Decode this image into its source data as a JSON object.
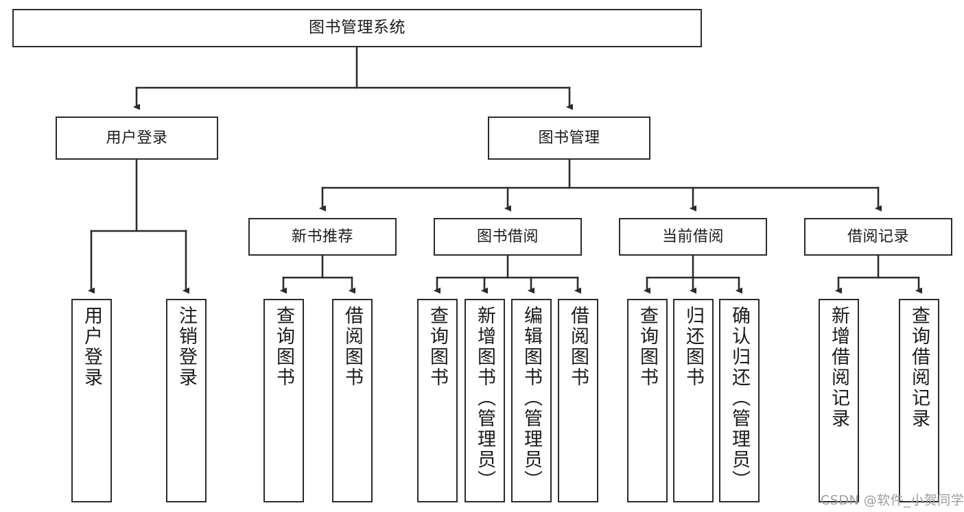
{
  "diagram": {
    "title": "图书管理系统",
    "type": "hierarchy-tree",
    "colors": {
      "box_border": "#2b2b2b",
      "box_fill": "#ffffff",
      "connector": "#2b2b2b",
      "text": "#1b1b1b",
      "watermark": "#9d9d9d"
    },
    "levels": {
      "root": {
        "label": "图书管理系统"
      },
      "level2": [
        {
          "label": "用户登录"
        },
        {
          "label": "图书管理"
        }
      ],
      "level3": [
        {
          "label": "新书推荐"
        },
        {
          "label": "图书借阅"
        },
        {
          "label": "当前借阅"
        },
        {
          "label": "借阅记录"
        }
      ],
      "leaves": {
        "user_login": [
          {
            "label": "用户登录"
          },
          {
            "label": "注销登录"
          }
        ],
        "new_book_recommend": [
          {
            "label": "查询图书"
          },
          {
            "label": "借阅图书"
          }
        ],
        "book_borrow": [
          {
            "label": "查询图书"
          },
          {
            "label": "新增图书（管理员）"
          },
          {
            "label": "编辑图书（管理员）"
          },
          {
            "label": "借阅图书"
          }
        ],
        "current_borrow": [
          {
            "label": "查询图书"
          },
          {
            "label": "归还图书"
          },
          {
            "label": "确认归还（管理员）"
          }
        ],
        "borrow_record": [
          {
            "label": "新增借阅记录"
          },
          {
            "label": "查询借阅记录"
          }
        ]
      }
    }
  },
  "watermark": {
    "text": "CSDN @软件_小贺同学"
  }
}
